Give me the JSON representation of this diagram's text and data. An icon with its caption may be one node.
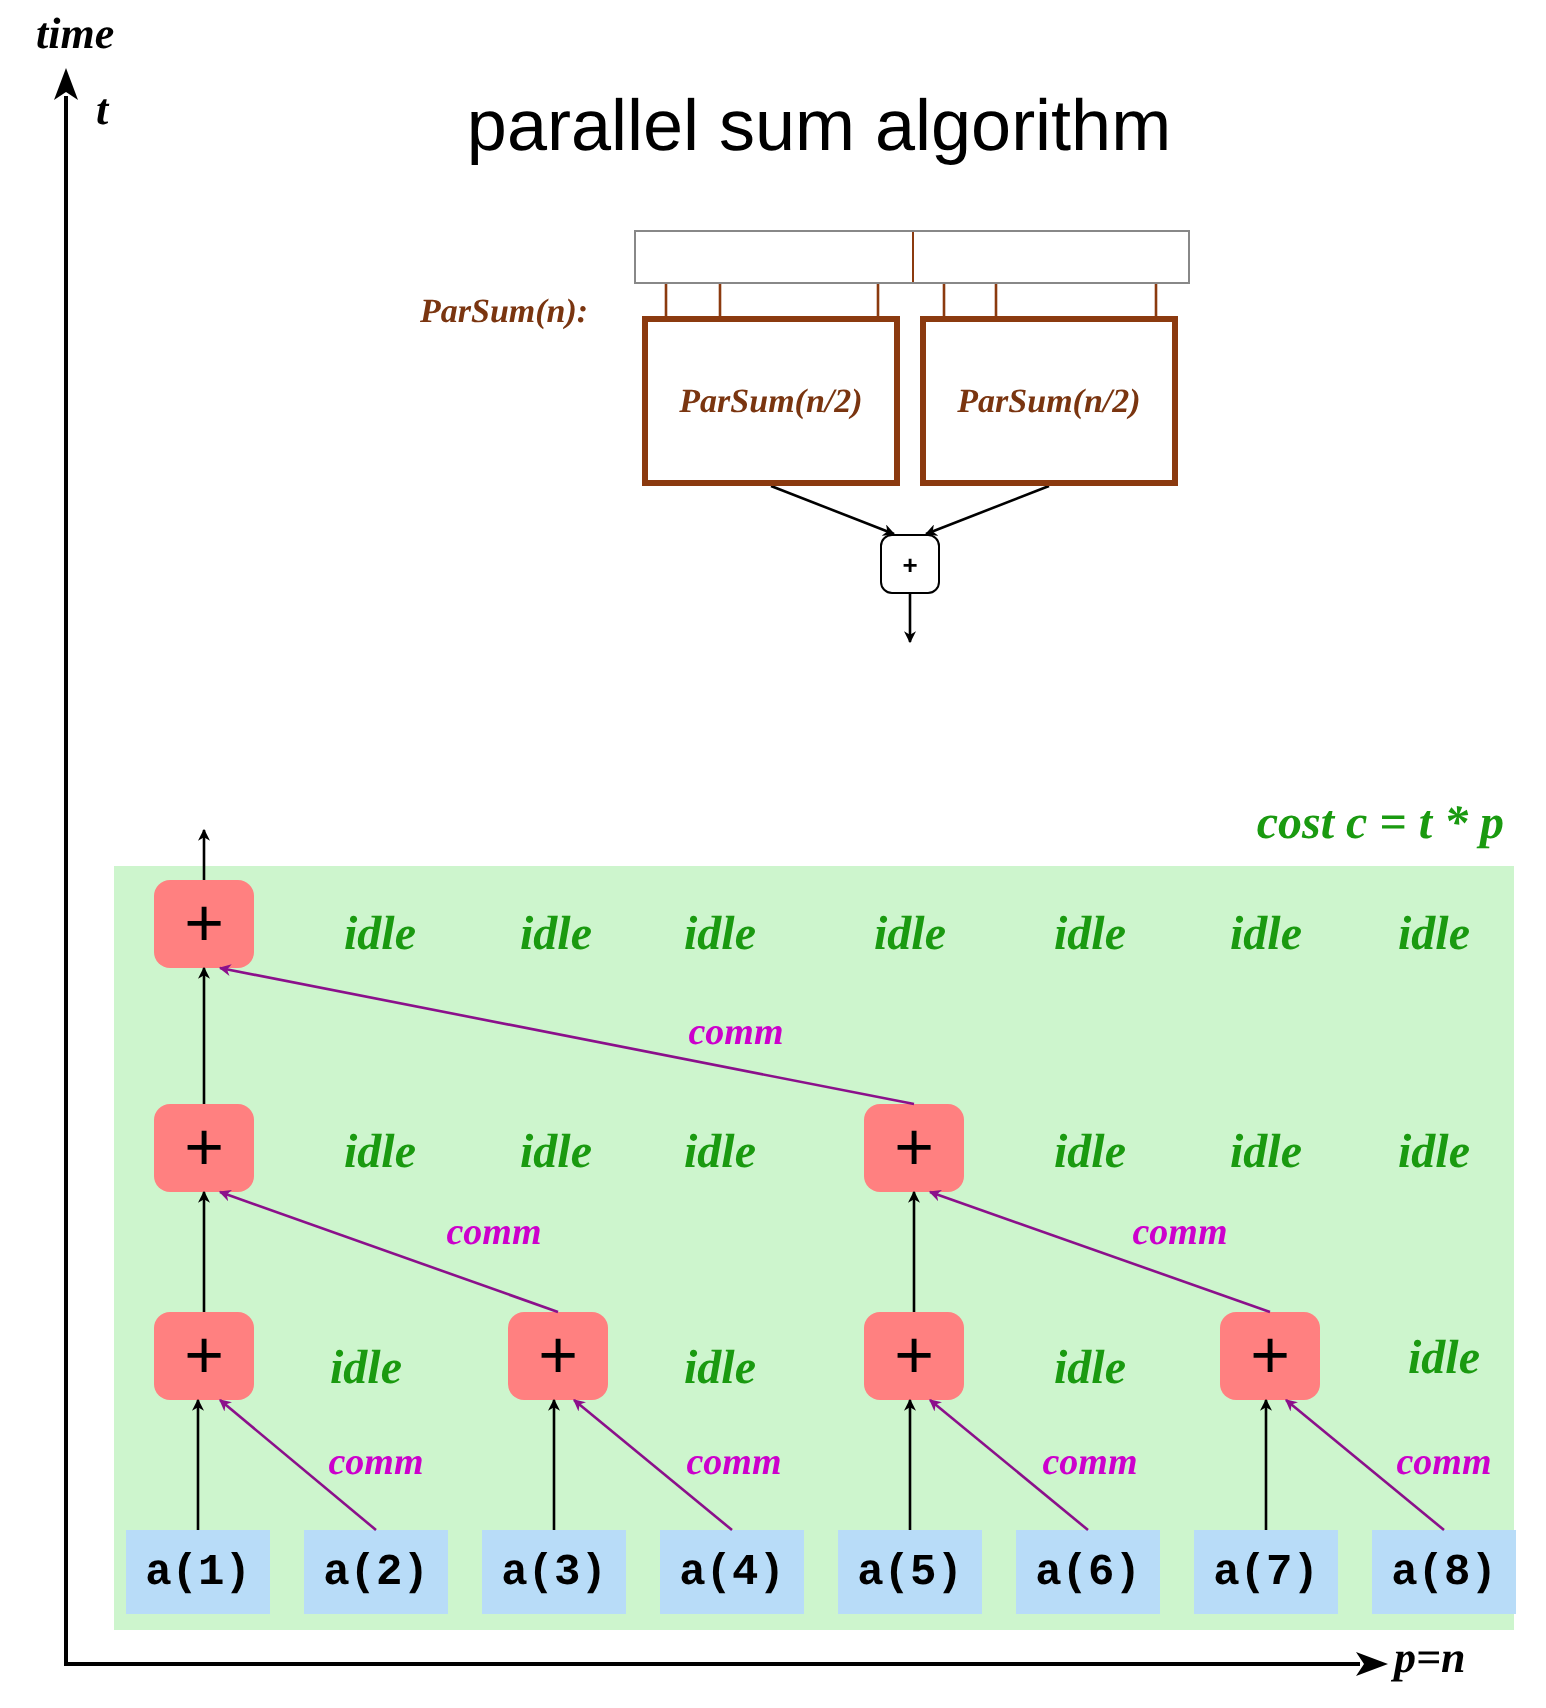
{
  "diagram": {
    "title": "parallel sum algorithm",
    "nodes": [
      {
        "text": [],
        "shape": "box"
      },
      {
        "text": [
          "ParSum(n/2)"
        ]
      },
      {
        "text": [
          "ParSum(n/2)"
        ]
      },
      {
        "text": [
          "+"
        ]
      },
      {
        "text": [
          "cost c = t * p"
        ]
      },
      {
        "text": [
          "+"
        ],
        "in": 4
      },
      {
        "text": [
          "+"
        ],
        "in": 4
      },
      {
        "text": [
          "+"
        ],
        "in": 4
      },
      {
        "text": [
          "+"
        ],
        "in": 4
      },
      {
        "text": [
          "+"
        ],
        "in": 4
      },
      {
        "text": [
          "+"
        ],
        "in": 4
      },
      {
        "text": [
          "+"
        ],
        "in": 4
      },
      {
        "text": [
          "a(1)"
        ],
        "in": 4
      },
      {
        "text": [
          "a(2)"
        ],
        "in": 4
      },
      {
        "text": [
          "a(3)"
        ],
        "in": 4
      },
      {
        "text": [
          "a(4)"
        ],
        "in": 4
      },
      {
        "text": [
          "a(5)"
        ],
        "in": 4
      },
      {
        "text": [
          "a(6)"
        ],
        "in": 4
      },
      {
        "text": [
          "a(7)"
        ],
        "in": 4
      },
      {
        "text": [
          "a(8)"
        ],
        "in": 4
      }
    ],
    "edges": [
      {
        "from": 0,
        "to": 1,
        "arrow": "none",
        "color": "#8b3a0f"
      },
      {
        "from": 0,
        "to": 1,
        "arrow": "none",
        "color": "#8b3a0f"
      },
      {
        "from": 0,
        "to": 1,
        "arrow": "none",
        "color": "#8b3a0f"
      },
      {
        "from": 0,
        "to": 2,
        "arrow": "none",
        "color": "#8b3a0f"
      },
      {
        "from": 0,
        "to": 2,
        "arrow": "none",
        "color": "#8b3a0f"
      },
      {
        "from": 0,
        "to": 2,
        "arrow": "none",
        "color": "#8b3a0f"
      },
      {
        "from": 1,
        "to": 3,
        "arrow": "to"
      },
      {
        "from": 2,
        "to": 3,
        "arrow": "to"
      },
      {
        "from": 3,
        "to": null,
        "arrow": "to"
      },
      {
        "from": 12,
        "to": 8,
        "arrow": "to"
      },
      {
        "from": 13,
        "to": 8,
        "arrow": "to",
        "label": "comm",
        "color": "#8b108b"
      },
      {
        "from": 14,
        "to": 9,
        "arrow": "to"
      },
      {
        "from": 15,
        "to": 9,
        "arrow": "to",
        "label": "comm",
        "color": "#8b108b"
      },
      {
        "from": 16,
        "to": 10,
        "arrow": "to"
      },
      {
        "from": 17,
        "to": 10,
        "arrow": "to",
        "label": "comm",
        "color": "#8b108b"
      },
      {
        "from": 18,
        "to": 11,
        "arrow": "to"
      },
      {
        "from": 19,
        "to": 11,
        "arrow": "to",
        "label": "comm",
        "color": "#8b108b"
      },
      {
        "from": 8,
        "to": 6,
        "arrow": "to"
      },
      {
        "from": 9,
        "to": 6,
        "arrow": "to",
        "label": "comm",
        "color": "#8b108b"
      },
      {
        "from": 10,
        "to": 7,
        "arrow": "to"
      },
      {
        "from": 11,
        "to": 7,
        "arrow": "to",
        "label": "comm",
        "color": "#8b108b"
      },
      {
        "from": 6,
        "to": 5,
        "arrow": "to"
      },
      {
        "from": 7,
        "to": 5,
        "arrow": "to",
        "label": "comm",
        "color": "#8b108b"
      },
      {
        "from": 5,
        "to": null,
        "arrow": "to"
      }
    ],
    "labels": [
      "time",
      "t",
      "ParSum(n):",
      "idle",
      "idle",
      "idle",
      "idle",
      "idle",
      "idle",
      "idle",
      "idle",
      "idle",
      "idle",
      "idle",
      "idle",
      "idle",
      "idle",
      "idle",
      "idle",
      "idle",
      "p=n"
    ]
  }
}
